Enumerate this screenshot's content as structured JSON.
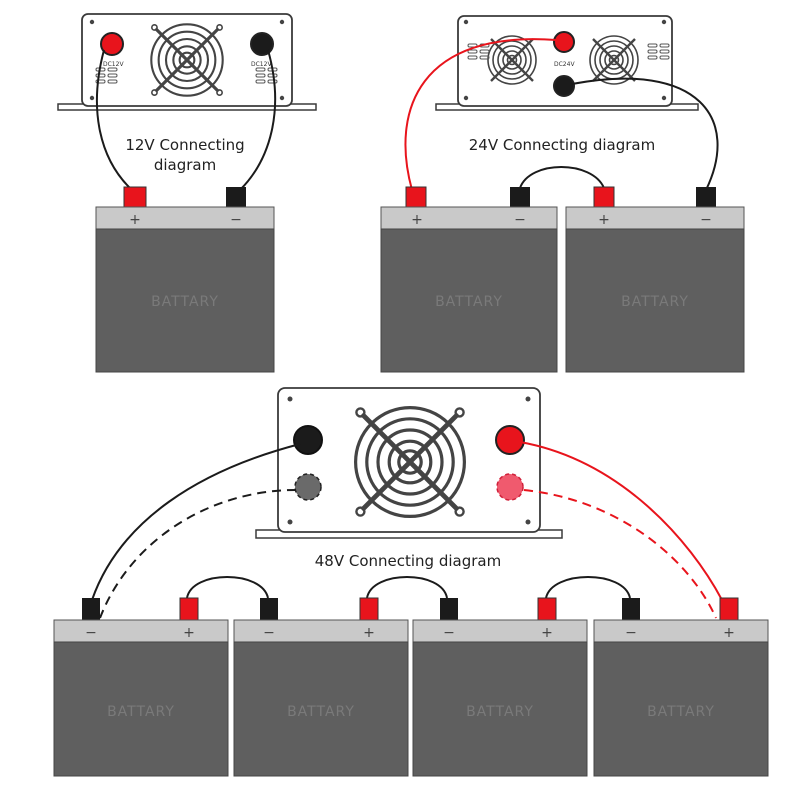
{
  "diagrams": {
    "d12": {
      "title_line1": "12V Connecting",
      "title_line2": "diagram",
      "port_label_pos": "DC12V",
      "port_label_neg": "DC12V"
    },
    "d24": {
      "title": "24V Connecting diagram",
      "port_label": "DC24V"
    },
    "d48": {
      "title": "48V Connecting diagram"
    }
  },
  "battery": {
    "label": "BATTARY",
    "plus": "+",
    "minus": "−"
  },
  "colors": {
    "positive": "#e8141c",
    "negative": "#1b1b1b",
    "battery_body": "#5f5f5f",
    "battery_top": "#c9c9c9",
    "inverter_outline": "#3a3a3a",
    "dashed_positive": "#f05a6e",
    "dashed_negative": "#6a6a6a"
  },
  "icons": [
    "fan-icon",
    "terminal-icon",
    "screw-icon"
  ]
}
